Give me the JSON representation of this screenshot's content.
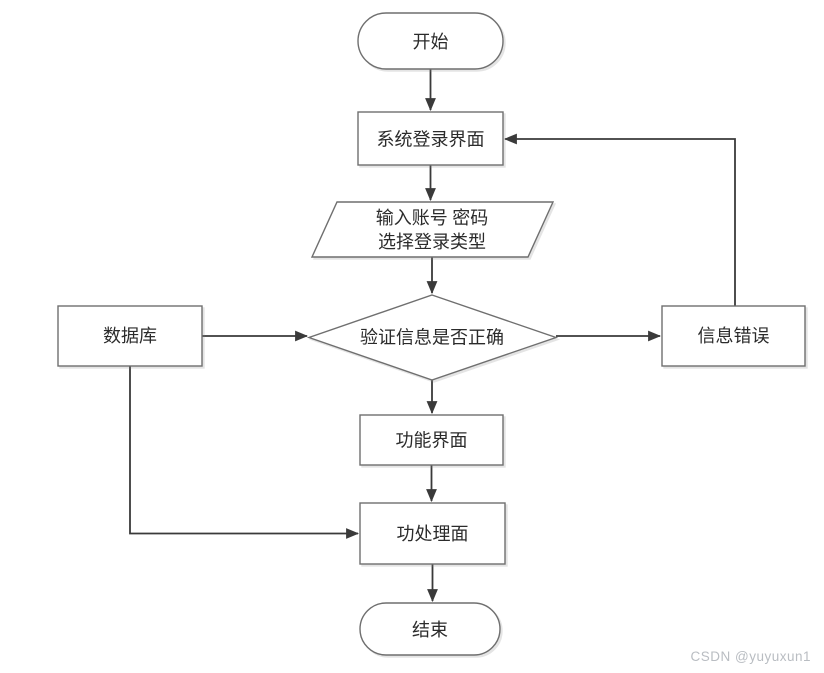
{
  "diagram": {
    "type": "flowchart",
    "colors": {
      "node_fill": "#ffffff",
      "node_border": "#6f6f6f",
      "connector": "#3a3a3a",
      "text": "#2b2b2b",
      "watermark": "#b9bdc2"
    },
    "nodes": {
      "start": {
        "shape": "terminator",
        "label": "开始"
      },
      "login": {
        "shape": "process",
        "label": "系统登录界面"
      },
      "input": {
        "shape": "parallelogram",
        "label_line1": "输入账号 密码",
        "label_line2": "选择登录类型"
      },
      "verify": {
        "shape": "decision",
        "label": "验证信息是否正确"
      },
      "database": {
        "shape": "process",
        "label": "数据库"
      },
      "error": {
        "shape": "process",
        "label": "信息错误"
      },
      "function": {
        "shape": "process",
        "label": "功能界面"
      },
      "process": {
        "shape": "process",
        "label": "功处理面"
      },
      "end": {
        "shape": "terminator",
        "label": "结束"
      }
    },
    "edges": [
      {
        "from": "start",
        "to": "login"
      },
      {
        "from": "login",
        "to": "input"
      },
      {
        "from": "input",
        "to": "verify"
      },
      {
        "from": "verify",
        "to": "function"
      },
      {
        "from": "function",
        "to": "process"
      },
      {
        "from": "process",
        "to": "end"
      },
      {
        "from": "database",
        "to": "verify"
      },
      {
        "from": "verify",
        "to": "error"
      },
      {
        "from": "error",
        "to": "login"
      },
      {
        "from": "database",
        "to": "process"
      }
    ]
  },
  "watermark": {
    "text": "CSDN @yuyuxun1"
  }
}
